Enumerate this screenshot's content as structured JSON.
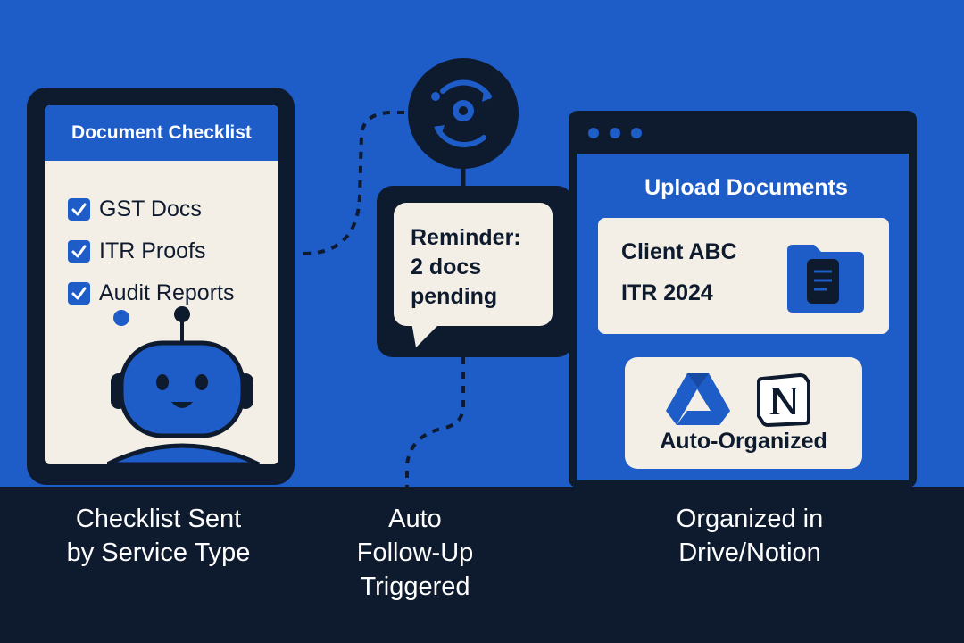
{
  "checklist": {
    "title": "Document Checklist",
    "items": [
      "GST Docs",
      "ITR Proofs",
      "Audit Reports"
    ]
  },
  "reminder": {
    "lines": [
      "Reminder:",
      "2 docs",
      "pending"
    ]
  },
  "upload": {
    "title": "Upload Documents",
    "client_lines": [
      "Client ABC",
      "ITR 2024"
    ],
    "organized_label": "Auto-Organized"
  },
  "captions": {
    "checklist": [
      "Checklist Sent",
      "by Service Type"
    ],
    "followup": [
      "Auto",
      "Follow-Up",
      "Triggered"
    ],
    "organized": [
      "Organized in",
      "Drive/Notion"
    ]
  },
  "colors": {
    "background": "#1e5cc8",
    "dark": "#0e1a2e",
    "cream": "#f3efe6"
  },
  "icons": [
    "robot-icon",
    "timer-icon",
    "folder-document-icon",
    "google-drive-icon",
    "notion-icon",
    "checkbox-icon"
  ]
}
